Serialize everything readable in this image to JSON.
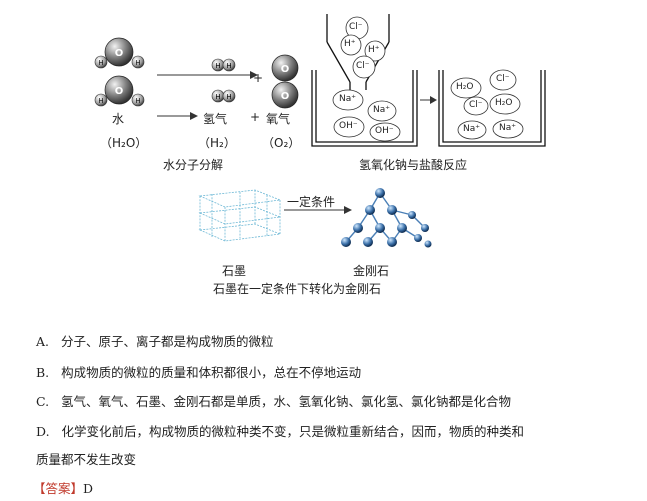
{
  "figure": {
    "water_decomp": {
      "water_label": "水",
      "water_formula": "（H₂O）",
      "hydrogen_label": "氢气",
      "hydrogen_formula": "（H₂）",
      "oxygen_label": "氧气",
      "oxygen_formula": "（O₂）",
      "plus": "+",
      "caption": "水分子分解"
    },
    "neutralization": {
      "caption": "氢氧化钠与盐酸反应",
      "ions_left": [
        "Cl⁻",
        "H⁺",
        "H⁺",
        "Cl⁻",
        "Na⁺",
        "Na⁺",
        "OH⁻",
        "OH⁻"
      ],
      "ions_right": [
        "H₂O",
        "Cl⁻",
        "Cl⁻",
        "H₂O",
        "Na⁺",
        "Na⁺"
      ]
    },
    "graphite": {
      "graphite_label": "石墨",
      "condition": "一定条件",
      "diamond_label": "金刚石",
      "caption": "石墨在一定条件下转化为金刚石"
    }
  },
  "options": [
    {
      "letter": "A.",
      "text": "分子、原子、离子都是构成物质的微粒"
    },
    {
      "letter": "B.",
      "text": "构成物质的微粒的质量和体积都很小，总在不停地运动"
    },
    {
      "letter": "C.",
      "text": "氢气、氧气、石墨、金刚石都是单质，水、氢氧化钠、氯化氢、氯化钠都是化合物"
    },
    {
      "letter": "D.",
      "text": "化学变化前后，构成物质的微粒种类不变，只是微粒重新结合，因而，物质的种类和"
    }
  ],
  "option_d_continuation": "质量都不发生改变",
  "answer": {
    "tag": "【答案】",
    "value": "D"
  }
}
